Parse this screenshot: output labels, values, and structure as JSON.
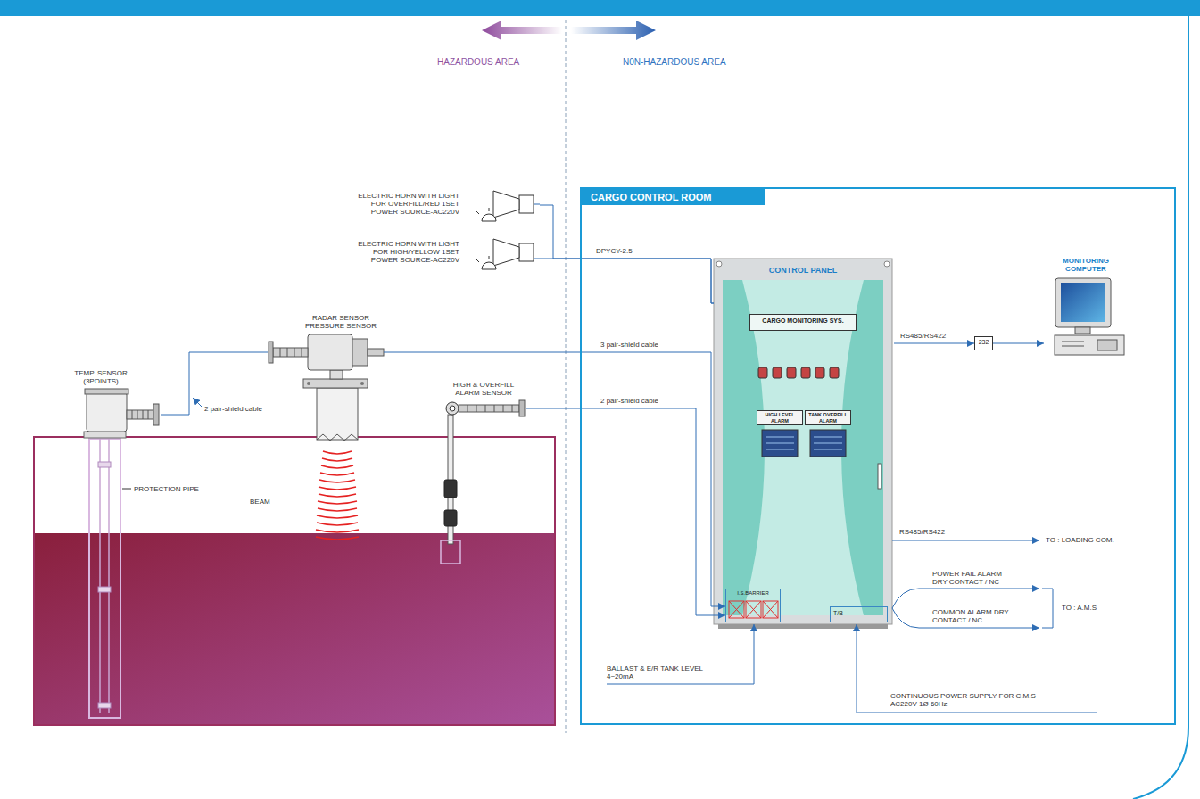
{
  "diagram": {
    "nodes": [
      {
        "text": [
          "CARGO CONTROL ROOM"
        ]
      },
      {
        "text": [
          "CONTROL PANEL"
        ],
        "in": 0
      },
      {
        "text": [
          "CARGO MONITORING SYS."
        ],
        "in": 1
      },
      {
        "text": [
          "HIGH LEVEL ALARM"
        ],
        "in": 1
      },
      {
        "text": [
          "TANK OVERFILL ALARM"
        ],
        "in": 1
      },
      {
        "text": [
          "I.S.BARRIER"
        ],
        "in": 1
      },
      {
        "text": [
          "T/B"
        ],
        "in": 1
      },
      {
        "text": [
          "MONITORING COMPUTER"
        ],
        "in": 0
      },
      {
        "text": [
          "232"
        ],
        "in": 0
      },
      {
        "text": [
          "ELECTRIC HORN WITH LIGHT FOR OVERFILL/RED 1SET POWER SOURCE-AC220V"
        ]
      },
      {
        "text": [
          "ELECTRIC HORN WITH LIGHT FOR HIGH/YELLOW 1SET POWER SOURCE-AC220V"
        ]
      },
      {
        "text": [
          "TEMP. SENSOR (3POINTS)"
        ]
      },
      {
        "text": [
          "RADAR SENSOR PRESSURE SENSOR"
        ]
      },
      {
        "text": [
          "HIGH & OVERFILL ALARM SENSOR"
        ]
      }
    ],
    "edges": [
      {
        "from": 9,
        "to": 1,
        "arrow": "none"
      },
      {
        "from": 10,
        "to": 1,
        "label": "DPYCY-2.5",
        "arrow": "none"
      },
      {
        "from": 11,
        "to": 12,
        "label": "2 pair-shield cable",
        "arrow": "none"
      },
      {
        "from": 12,
        "to": 5,
        "label": "3 pair-shield cable",
        "arrow": "to"
      },
      {
        "from": 13,
        "to": 5,
        "label": "2 pair-shield cable",
        "arrow": "to"
      },
      {
        "from": 1,
        "to": 8,
        "label": "RS485/RS422",
        "arrow": "to"
      },
      {
        "from": 8,
        "to": 7,
        "arrow": "to"
      }
    ],
    "labels": [
      "HAZARDOUS AREA",
      "N0N-HAZARDOUS AREA",
      "BEAM",
      "PROTECTION PIPE",
      "RS485/RS422",
      "TO : LOADING COM.",
      "POWER FAIL ALARM DRY CONTACT / NC",
      "COMMON ALARM DRY CONTACT / NC",
      "TO : A.M.S",
      "BALLAST & E/R TANK LEVEL 4~20mA",
      "CONTINUOUS POWER SUPPLY FOR C.M.S AC220V 1Ø 60Hz"
    ]
  }
}
